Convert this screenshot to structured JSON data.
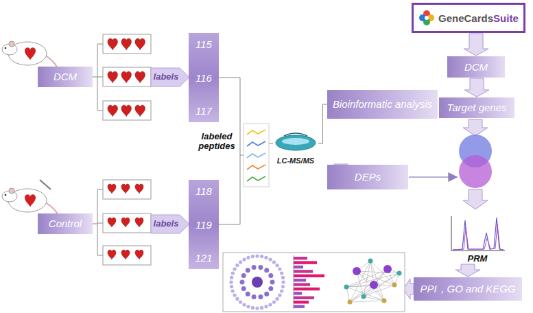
{
  "diagram": {
    "nodes": [
      {
        "text": [
          "DCM"
        ]
      },
      {
        "text": [
          "115",
          "116",
          "117"
        ]
      },
      {
        "text": [
          "Control"
        ]
      },
      {
        "text": [
          "118",
          "119",
          "121"
        ]
      },
      {
        "text": [
          "LC-MS/MS"
        ]
      },
      {
        "text": [
          "Bioinformatic analysis"
        ]
      },
      {
        "text": [
          "DEPs"
        ]
      },
      {
        "text": [
          "GeneCards",
          "Suite"
        ]
      },
      {
        "text": [
          "DCM"
        ]
      },
      {
        "text": [
          "Target genes"
        ]
      },
      {
        "text": [
          "PRM"
        ]
      },
      {
        "text": [
          "PPI，GO and KEGG"
        ]
      }
    ],
    "edges": [
      {
        "from": 4,
        "to": 5,
        "arrow": "none"
      },
      {
        "from": 4,
        "to": 6,
        "arrow": "none"
      },
      {
        "from": 7,
        "to": 8,
        "arrow": "to"
      },
      {
        "from": 8,
        "to": 9,
        "arrow": "to"
      },
      {
        "from": 10,
        "to": 11,
        "arrow": "to"
      }
    ],
    "labels": [
      "labels",
      "labels",
      "labeled peptides"
    ]
  }
}
